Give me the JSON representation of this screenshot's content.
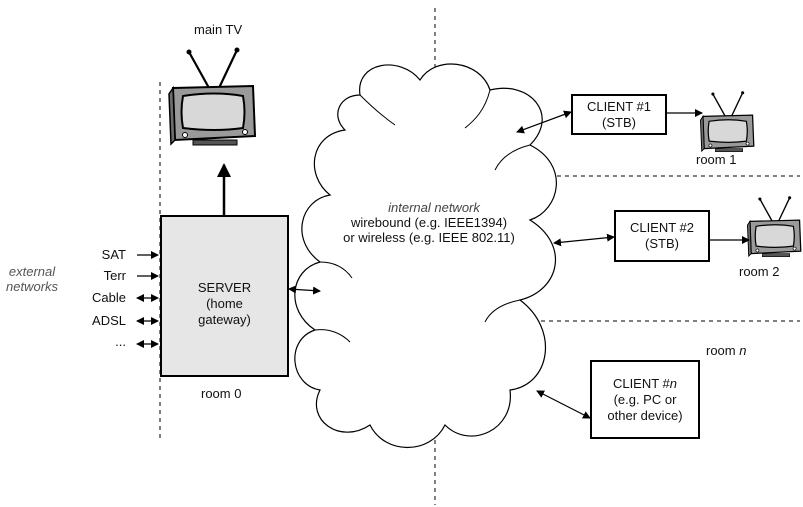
{
  "main_tv_label": "main TV",
  "external_networks": {
    "line1": "external",
    "line2": "networks"
  },
  "inputs": [
    "SAT",
    "Terr",
    "Cable",
    "ADSL",
    "..."
  ],
  "server": {
    "line1": "SERVER",
    "line2": "(home",
    "line3": "gateway)"
  },
  "room0": "room 0",
  "network": {
    "title": "internal network",
    "line1": "wirebound (e.g. IEEE1394)",
    "line2": "or wireless (e.g. IEEE 802.11)"
  },
  "client1": {
    "line1": "CLIENT #1",
    "line2": "(STB)",
    "room": "room 1"
  },
  "client2": {
    "line1": "CLIENT #2",
    "line2": "(STB)",
    "room": "room 2"
  },
  "clientn": {
    "line1_prefix": "CLIENT #",
    "line1_var": "n",
    "line2": "(e.g. PC or",
    "line3": "other device)",
    "room_prefix": "room ",
    "room_var": "n"
  }
}
